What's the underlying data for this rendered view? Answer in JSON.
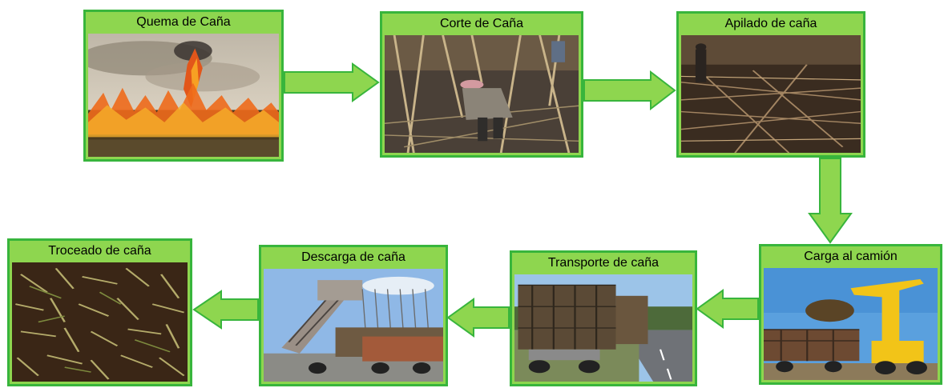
{
  "steps": [
    {
      "id": "quema",
      "title": "Quema de Caña"
    },
    {
      "id": "corte",
      "title": "Corte de Caña"
    },
    {
      "id": "apilado",
      "title": "Apilado de caña"
    },
    {
      "id": "carga",
      "title": "Carga al camión"
    },
    {
      "id": "transporte",
      "title": "Transporte de caña"
    },
    {
      "id": "descarga",
      "title": "Descarga de caña"
    },
    {
      "id": "troceado",
      "title": "Troceado de caña"
    }
  ],
  "colors": {
    "box_fill": "#8ed64f",
    "box_border": "#38b53c",
    "arrow_fill": "#8ed64f",
    "arrow_stroke": "#38b53c"
  }
}
